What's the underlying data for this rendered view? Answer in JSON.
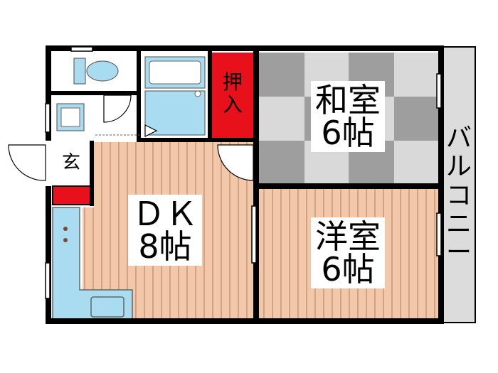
{
  "rooms": {
    "washitsu": {
      "name": "和室",
      "size": "6帖"
    },
    "dk": {
      "name": "ＤＫ",
      "size": "8帖"
    },
    "youshitsu": {
      "name": "洋室",
      "size": "6帖"
    }
  },
  "oshiire": {
    "label_top": "押",
    "label_bottom": "入"
  },
  "genkan": {
    "label": "玄"
  },
  "balcony": {
    "label": "バルコニー"
  },
  "colors": {
    "wall": "#000000",
    "floor_wood": "#f2c8a8",
    "floor_wood_line": "#b98a73",
    "tatami_dark": "#9e9e9e",
    "tatami_light": "#d9d9d9",
    "storage_red": "#e8101a",
    "bath_fixture": "#a9dcf0",
    "balcony_fill": "#dcdcdc"
  }
}
